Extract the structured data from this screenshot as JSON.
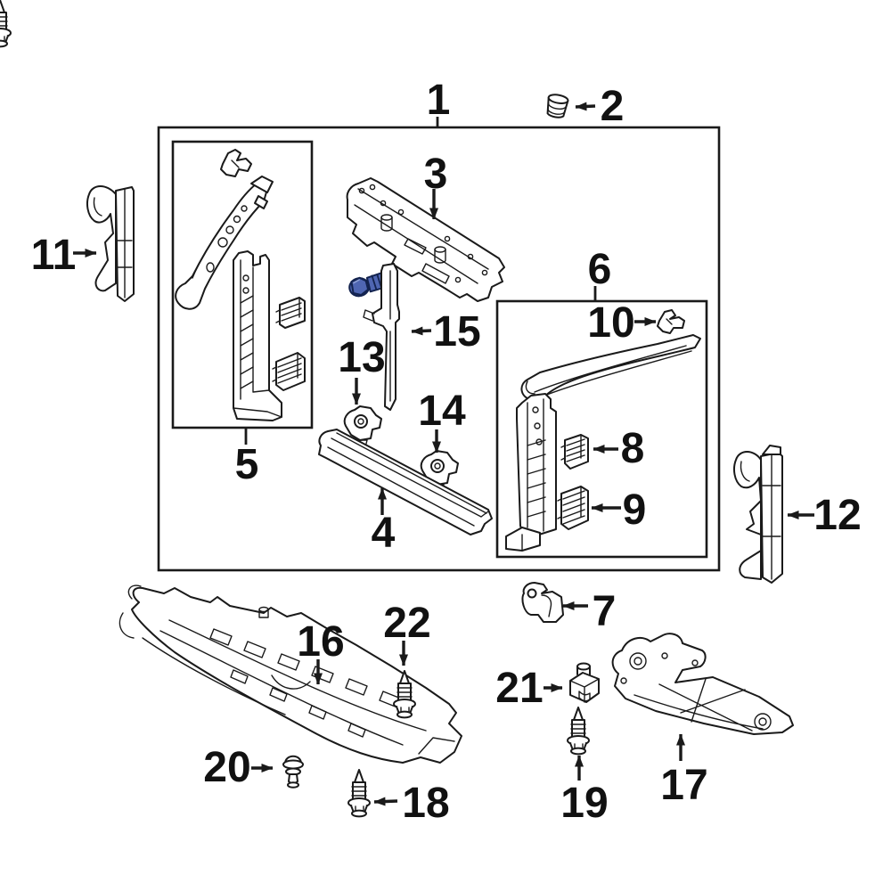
{
  "diagram": {
    "kind": "exploded-parts-diagram",
    "background": "#ffffff",
    "line_color": "#1a1a1a",
    "highlight": {
      "fill": "#4f66b2",
      "outline": "#13234f",
      "target": "flange bolt"
    },
    "labels": {
      "l1": "1",
      "l2": "2",
      "l3": "3",
      "l4": "4",
      "l5": "5",
      "l6": "6",
      "l7": "7",
      "l8": "8",
      "l9": "9",
      "l10": "10",
      "l11": "11",
      "l12": "12",
      "l13": "13",
      "l14": "14",
      "l15": "15",
      "l16": "16",
      "l17": "17",
      "l18": "18",
      "l19": "19",
      "l20": "20",
      "l21": "21",
      "l22": "22"
    }
  }
}
